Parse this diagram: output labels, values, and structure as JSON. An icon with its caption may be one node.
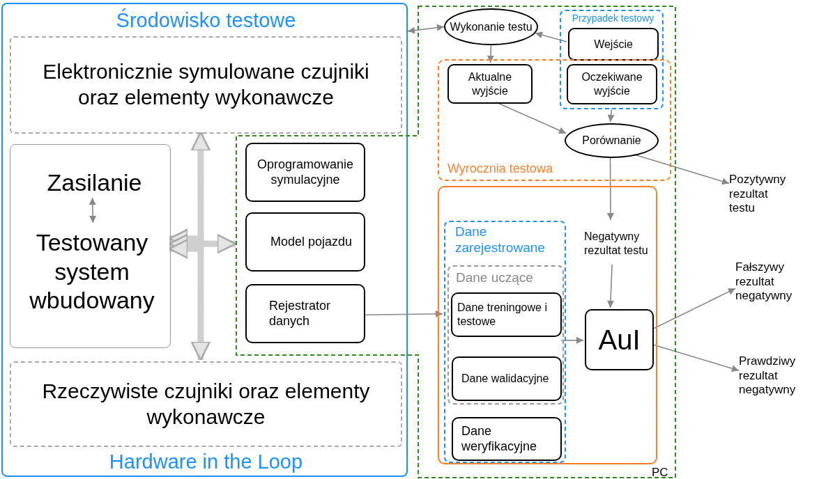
{
  "diagram": {
    "nodes": [
      {
        "text": [
          "Środowisko testowe",
          "Hardware in the Loop"
        ]
      },
      {
        "text": [
          "Elektronicznie symulowane czujniki oraz elementy wykonawcze"
        ],
        "in": 0
      },
      {
        "text": [],
        "shape": "box",
        "in": 0
      },
      {
        "text": [
          "Zasilanie"
        ],
        "in": 2
      },
      {
        "text": [
          "Testowany system wbudowany"
        ],
        "in": 2
      },
      {
        "text": [
          "Rzeczywiste czujniki oraz elementy wykonawcze"
        ],
        "in": 0
      },
      {
        "text": [],
        "shape": "box"
      },
      {
        "text": [
          "Oprogramowanie symulacyjne"
        ]
      },
      {
        "text": [
          "Model pojazdu"
        ]
      },
      {
        "text": [
          "Rejestrator danych"
        ]
      },
      {
        "text": [
          "Wykonanie testu"
        ],
        "in": 6
      },
      {
        "text": [
          "Przypadek testowy"
        ],
        "in": 6
      },
      {
        "text": [
          "Wejście"
        ],
        "in": 11
      },
      {
        "text": [
          "Oczekiwane wyjście"
        ]
      },
      {
        "text": [
          "Wyrocznia testowa"
        ],
        "in": 6
      },
      {
        "text": [
          "Aktualne wyjście"
        ],
        "in": 14
      },
      {
        "text": [
          "Porównanie"
        ],
        "in": 14
      },
      {
        "text": [
          "PC"
        ],
        "in": 6
      },
      {
        "text": [
          "Negatywny rezultat testu"
        ],
        "in": 17
      },
      {
        "text": [
          "Dane zarejestrowane"
        ],
        "in": 17
      },
      {
        "text": [
          "Dane uczące"
        ],
        "in": 19
      },
      {
        "text": [
          "Dane treningowe i testowe"
        ],
        "in": 20
      },
      {
        "text": [
          "Dane walidacyjne"
        ],
        "in": 20
      },
      {
        "text": [
          "Dane weryfikacyjne"
        ],
        "in": 19
      },
      {
        "text": [
          "AuI"
        ],
        "in": 17
      },
      {
        "text": [
          "Pozytywny rezultat testu"
        ]
      },
      {
        "text": [
          "Fałszywy rezultat negatywny"
        ]
      },
      {
        "text": [
          "Prawdziwy rezultat negatywny"
        ]
      }
    ],
    "edges": [
      {
        "from": 3,
        "to": 4,
        "arrow": "both"
      },
      {
        "from": 1,
        "to": 2,
        "arrow": "both",
        "style": "thick"
      },
      {
        "from": 2,
        "to": 6,
        "arrow": "both",
        "style": "thick"
      },
      {
        "from": 2,
        "to": 5,
        "arrow": "both",
        "style": "thick"
      },
      {
        "from": 0,
        "to": 10,
        "arrow": "both"
      },
      {
        "from": 12,
        "to": 10,
        "arrow": "to"
      },
      {
        "from": 10,
        "to": 15,
        "arrow": "to"
      },
      {
        "from": 15,
        "to": 16,
        "arrow": "to"
      },
      {
        "from": 11,
        "to": 16,
        "arrow": "to"
      },
      {
        "from": 16,
        "to": 25,
        "arrow": "to"
      },
      {
        "from": 16,
        "to": 18,
        "arrow": "to"
      },
      {
        "from": 18,
        "to": 24,
        "arrow": "to"
      },
      {
        "from": 9,
        "to": 19,
        "arrow": "to"
      },
      {
        "from": 20,
        "to": 24,
        "arrow": "to"
      },
      {
        "from": 24,
        "to": 26,
        "arrow": "to"
      },
      {
        "from": 24,
        "to": 27,
        "arrow": "to"
      }
    ]
  }
}
